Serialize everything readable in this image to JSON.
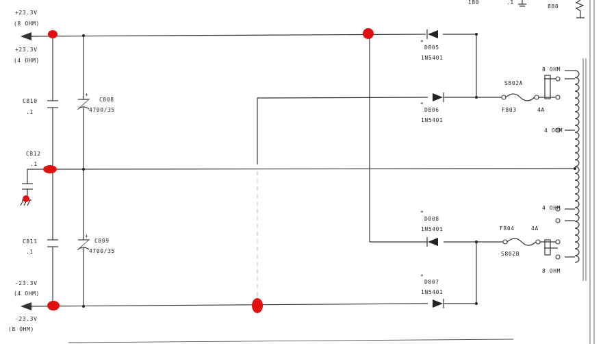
{
  "top_fragments": {
    "left": "180",
    "mid": ".1",
    "right": "880"
  },
  "rails": {
    "pos_8_volt": "+23.3V",
    "pos_8_ohm": "(8 OHM)",
    "pos_4_volt": "+23.3V",
    "pos_4_ohm": "(4 OHM)",
    "neg_4_volt": "-23.3V",
    "neg_4_ohm": "(4 OHM)",
    "neg_8_volt": "-23.3V",
    "neg_8_ohm": "(8 OHM)"
  },
  "capacitors": {
    "c810": {
      "ref": "C810",
      "value": ".1"
    },
    "c812": {
      "ref": "C812",
      "value": ".1"
    },
    "c811": {
      "ref": "C811",
      "value": ".1"
    },
    "c808": {
      "ref": "C808",
      "value": "4700/35"
    },
    "c809": {
      "ref": "C809",
      "value": "4700/35"
    }
  },
  "diodes": {
    "d805": {
      "ref": "D805",
      "part": "1N5401"
    },
    "d806": {
      "ref": "D806",
      "part": "1N5401"
    },
    "d808": {
      "ref": "D808",
      "part": "1N5401"
    },
    "d807": {
      "ref": "D807",
      "part": "1N5401"
    }
  },
  "fuses": {
    "f803": {
      "ref": "F803",
      "rating": "4A",
      "holder": "S802A"
    },
    "f804": {
      "ref": "F804",
      "rating": "4A",
      "holder": "S802B"
    }
  },
  "transformer_taps": {
    "top_8": "8 OHM",
    "top_4": "4 OHM",
    "bottom_4": "4 OHM",
    "bottom_8": "8 OHM"
  },
  "diode_mark": "*"
}
